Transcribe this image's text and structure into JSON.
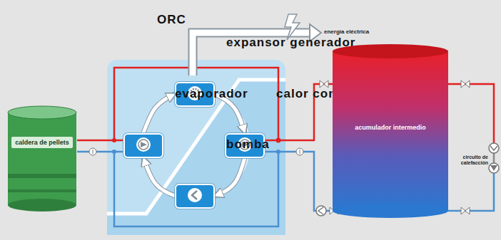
{
  "diagram": {
    "nodes": [
      {
        "text": [
          "caldera de pellets"
        ]
      },
      {
        "text": [
          "ORC"
        ]
      },
      {
        "text": [
          "expansor generador"
        ],
        "in": 1
      },
      {
        "text": [
          "evaporador"
        ],
        "in": 1
      },
      {
        "text": [
          "calor condensador"
        ],
        "in": 1
      },
      {
        "text": [
          "bomba"
        ],
        "in": 1
      },
      {
        "text": [
          "acumulador intermedio"
        ]
      }
    ],
    "edges": [
      {
        "from": 3,
        "to": 2,
        "arrow": "to"
      },
      {
        "from": 2,
        "to": 4,
        "arrow": "to"
      },
      {
        "from": 4,
        "to": 5,
        "arrow": "to"
      },
      {
        "from": 5,
        "to": 3,
        "arrow": "to"
      },
      {
        "from": 0,
        "to": 3,
        "arrow": "none"
      },
      {
        "from": 3,
        "to": 0,
        "arrow": "none"
      },
      {
        "from": 4,
        "to": 6,
        "arrow": "none"
      },
      {
        "from": 6,
        "to": 4,
        "arrow": "none"
      }
    ],
    "labels": [
      "energía eléctrica",
      "circuito de calefacción"
    ]
  }
}
